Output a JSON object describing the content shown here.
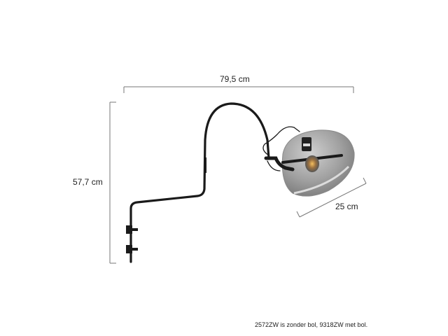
{
  "dimensions": {
    "width": {
      "label": "79,5 cm"
    },
    "height": {
      "label": "57,7 cm"
    },
    "shade_diameter": {
      "label": "25 cm"
    }
  },
  "note": "2572ZW is zonder bol, 9318ZW met bol.",
  "colors": {
    "dimension_line": "#777777",
    "lamp_metal": "#1a1a1a",
    "glass": "#9a9a9a"
  }
}
